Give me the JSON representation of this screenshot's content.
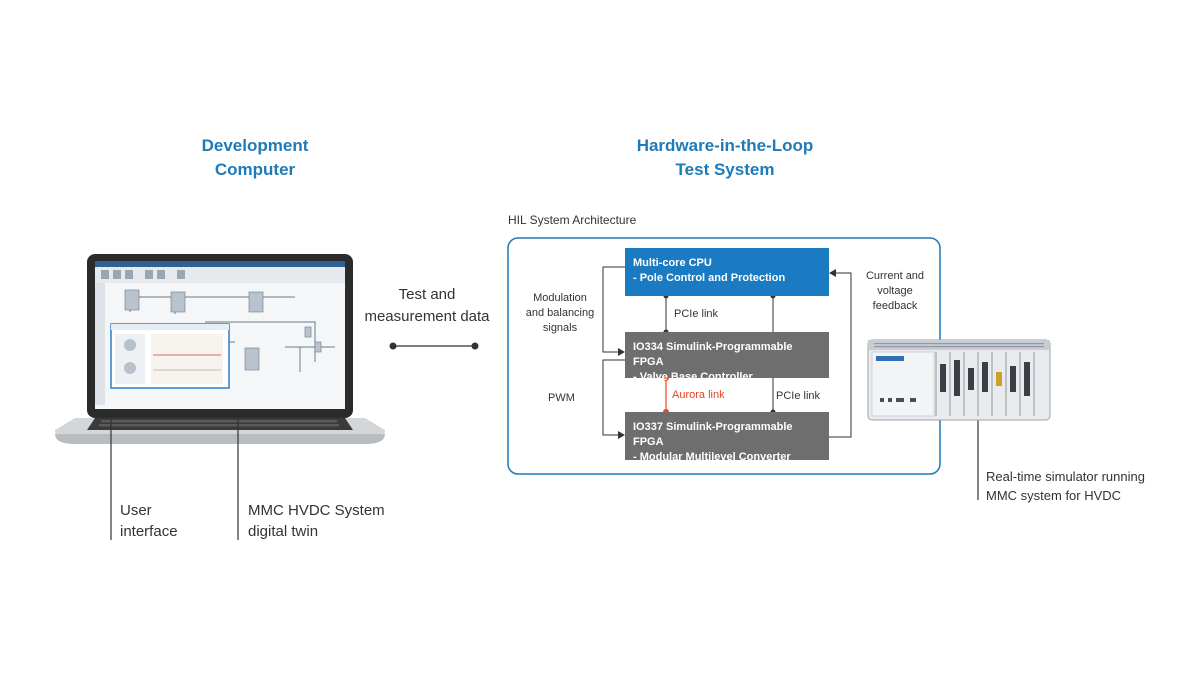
{
  "dev": {
    "title": "Development\nComputer"
  },
  "hil": {
    "title": "Hardware-in-the-Loop\nTest System",
    "arch_label": "HIL System Architecture"
  },
  "link": {
    "label": "Test and\nmeasurement data"
  },
  "blocks": {
    "cpu": {
      "line1": "Multi-core CPU",
      "line2": "- Pole Control and Protection"
    },
    "io334": {
      "line1": "IO334 Simulink-Programmable FPGA",
      "line2": "- Valve Base Controller"
    },
    "io337": {
      "line1": "IO337 Simulink-Programmable FPGA",
      "line2": "- Modular Multilevel Converter"
    }
  },
  "signals": {
    "modulation": "Modulation\nand balancing\nsignals",
    "pwm": "PWM",
    "pcie1": "PCIe link",
    "pcie2": "PCIe link",
    "aurora": "Aurora link",
    "feedback": "Current and\nvoltage\nfeedback"
  },
  "callouts": {
    "ui": "User\ninterface",
    "twin": "MMC HVDC System\ndigital twin",
    "simulator": "Real-time simulator running\nMMC system for HVDC"
  },
  "colors": {
    "accent": "#1f7ab8",
    "cpu": "#1b7bc2",
    "fpga": "#6e6e6e",
    "aurora": "#e8461e"
  }
}
